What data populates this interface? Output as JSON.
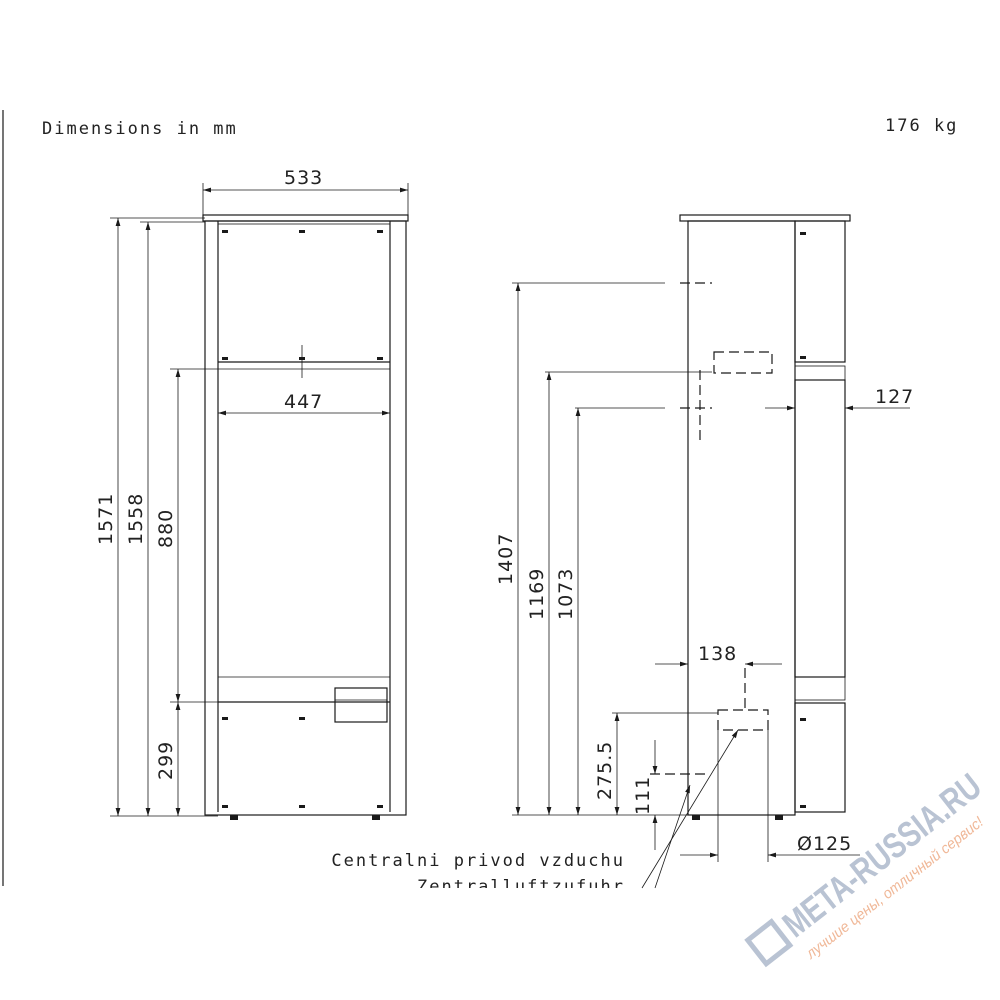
{
  "header": {
    "units_note": "Dimensions in mm",
    "weight": "176 kg"
  },
  "front_view": {
    "width_total": "533",
    "width_inner": "447",
    "height_total": "1571",
    "height_body": "1558",
    "height_window": "880",
    "height_base": "299"
  },
  "side_view": {
    "height_flue_top": "1407",
    "height_flue_center": "1169",
    "height_flue_bottom": "1073",
    "flue_offset": "127",
    "air_inlet_offset": "138",
    "air_inlet_height": "275.5",
    "air_inlet_low": "111",
    "air_inlet_diameter": "Ø125"
  },
  "annotation": {
    "line1": "Centralni privod vzduchu",
    "line2": "Zentralluftzufuhr"
  },
  "watermark": {
    "brand": "META-RUSSIA.RU",
    "slogan": "лучшие цены, отличный сервис!",
    "colors": {
      "brand": "#b9c3d3",
      "slogan": "#f0b898"
    }
  }
}
